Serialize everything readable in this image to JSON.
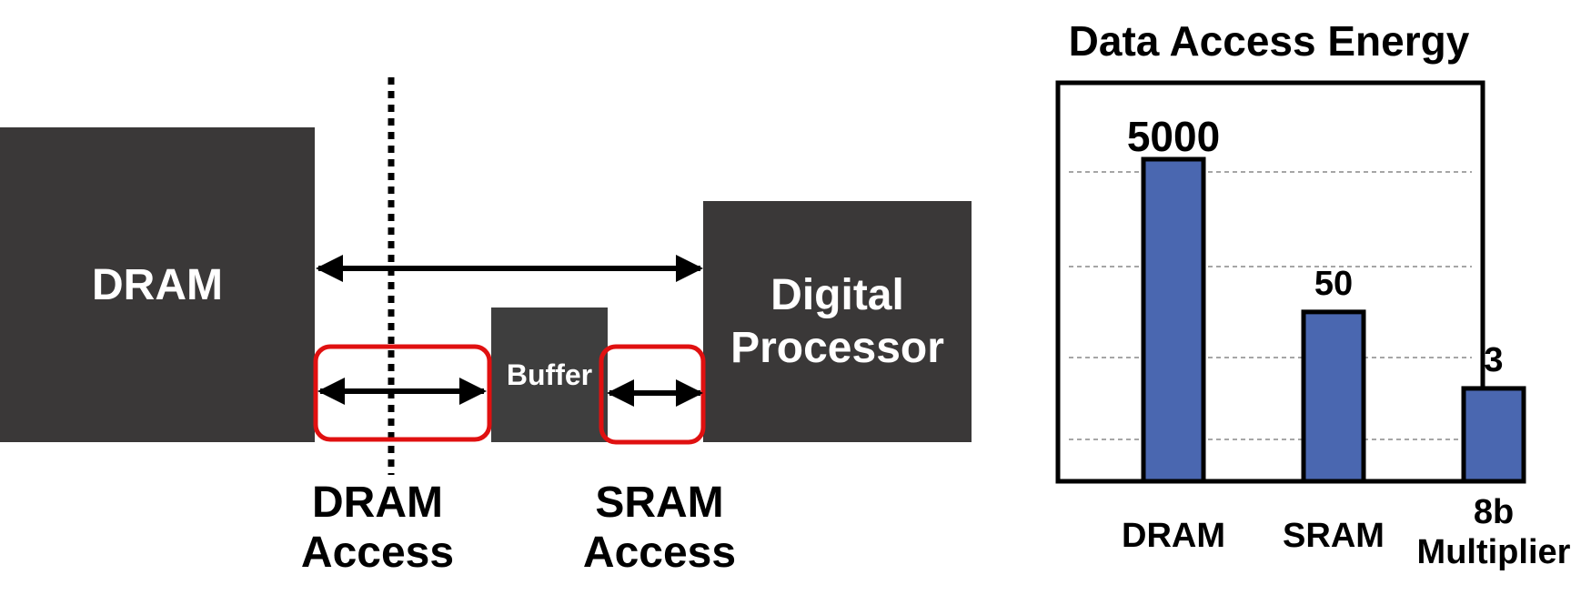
{
  "diagram": {
    "dram_box": "DRAM",
    "processor_box_line1": "Digital",
    "processor_box_line2": "Processor",
    "buffer_box": "Buffer",
    "dram_access_line1": "DRAM",
    "dram_access_line2": "Access",
    "sram_access_line1": "SRAM",
    "sram_access_line2": "Access"
  },
  "colors": {
    "box": "#3a3838",
    "highlight": "#e01010",
    "bar": "#4a67b0"
  },
  "chart_data": {
    "type": "bar",
    "title": "Data Access Energy",
    "categories": [
      "DRAM",
      "SRAM",
      "8b Multiplier"
    ],
    "category_lines": [
      [
        "DRAM"
      ],
      [
        "SRAM"
      ],
      [
        "8b",
        "Multiplier"
      ]
    ],
    "values": [
      5000,
      50,
      3
    ],
    "value_labels": [
      "5000",
      "50",
      "3"
    ],
    "scale": "log",
    "grid": true
  }
}
